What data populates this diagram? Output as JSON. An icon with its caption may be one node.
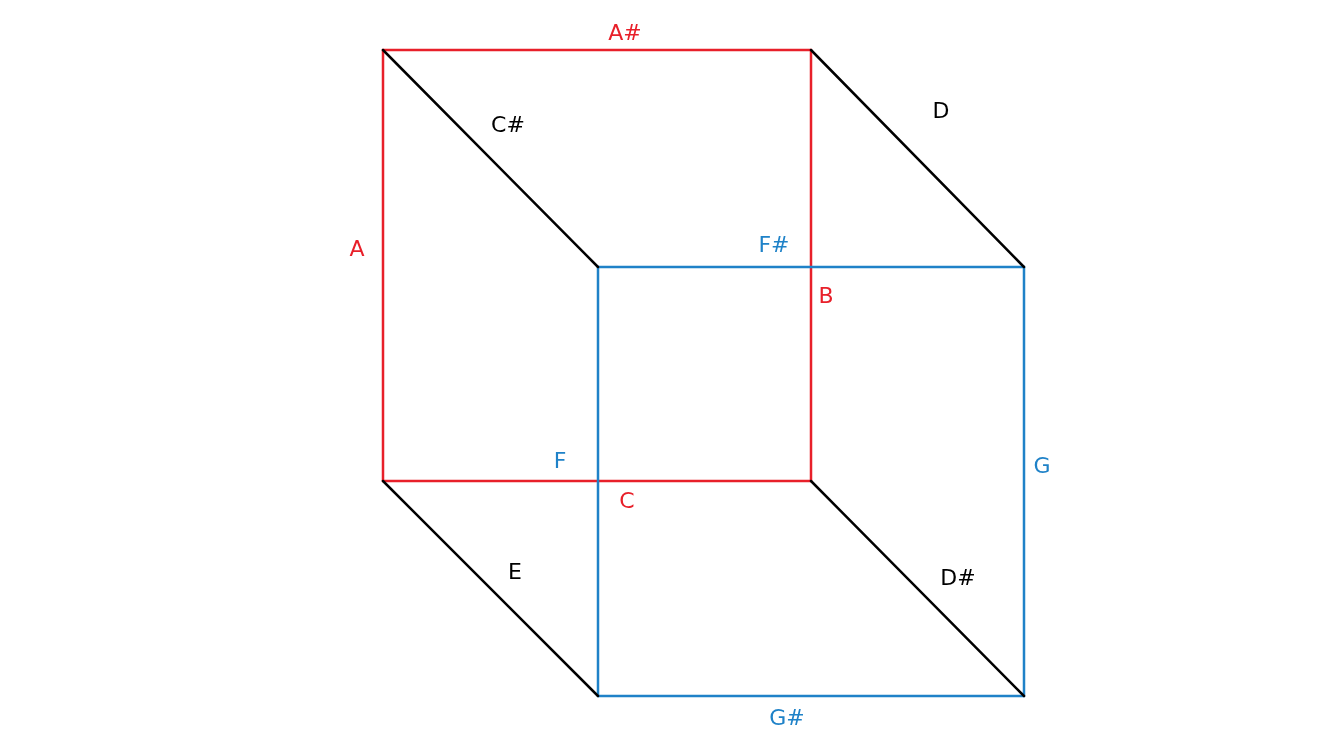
{
  "diagram": {
    "labels": [
      "A#",
      "D",
      "C#",
      "F#",
      "A",
      "B",
      "G",
      "F",
      "C",
      "E",
      "D#",
      "G#"
    ]
  }
}
